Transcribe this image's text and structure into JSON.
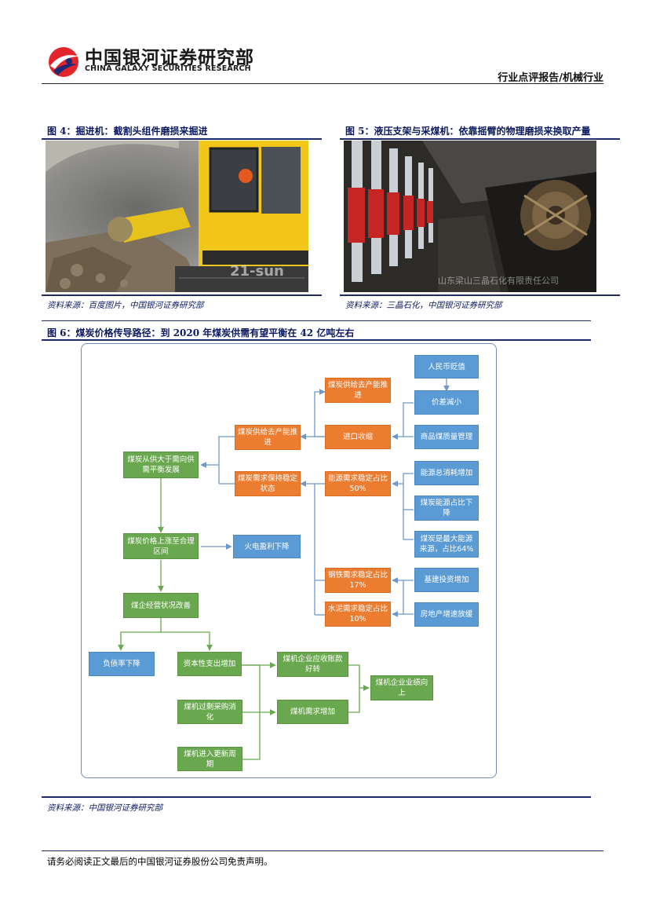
{
  "header": {
    "brand_cn": "中国银河证券研究部",
    "brand_en": "CHINA GALAXY SECURITIES RESEARCH",
    "report_category": "行业点评报告/机械行业"
  },
  "figure4": {
    "title": "图 4：掘进机：截割头组件磨损来掘进",
    "source": "资料来源：百度图片，中国银河证券研究部",
    "watermark": "21-sun"
  },
  "figure5": {
    "title": "图 5：液压支架与采煤机：依靠摇臂的物理磨损来换取产量",
    "source": "资料来源：三晶石化，中国银河证券研究部",
    "watermark": "山东梁山三晶石化有限责任公司"
  },
  "figure6": {
    "title": "图 6：煤炭价格传导路径：到 2020 年煤炭供需有望平衡在 42 亿吨左右",
    "source": "资料来源：中国银河证券研究部",
    "colors": {
      "green": "#6aa84f",
      "orange": "#ec7c30",
      "blue": "#5b9bd5",
      "frame": "#6f8fb8"
    },
    "nodes": {
      "rmb": "人民币贬值",
      "price_gap": "价差减小",
      "quality": "商品煤质量管理",
      "supply_top": "煤炭供给去产能推进",
      "import": "进口收缩",
      "supply_mid": "煤炭供给去产能推进",
      "balance": "煤炭从供大于需向供需平衡发展",
      "demand_stable": "煤炭需求保持稳定状态",
      "energy": "能源需求稳定占比50%",
      "energy_total": "能源总消耗增加",
      "coal_share": "煤炭能源占比下降",
      "coal_main": "煤炭是最大能源来源，占比64%",
      "price_up": "煤炭价格上涨至合理区间",
      "thermal": "火电盈利下降",
      "steel": "钢铁需求稳定占比17%",
      "infra": "基建投资增加",
      "ops": "煤企经营状况改善",
      "cement": "水泥需求稳定占比10%",
      "realestate": "房地产增速放缓",
      "debt": "负债率下降",
      "capex": "资本性支出增加",
      "receivable": "煤机企业应收账款好转",
      "perf": "煤机企业业绩向上",
      "overbuy": "煤机过剩采购消化",
      "machine_demand": "煤机需求增加",
      "renewal": "煤机进入更新周期"
    }
  },
  "footer": {
    "disclaimer": "请务必阅读正文最后的中国银河证券股份公司免责声明。"
  }
}
